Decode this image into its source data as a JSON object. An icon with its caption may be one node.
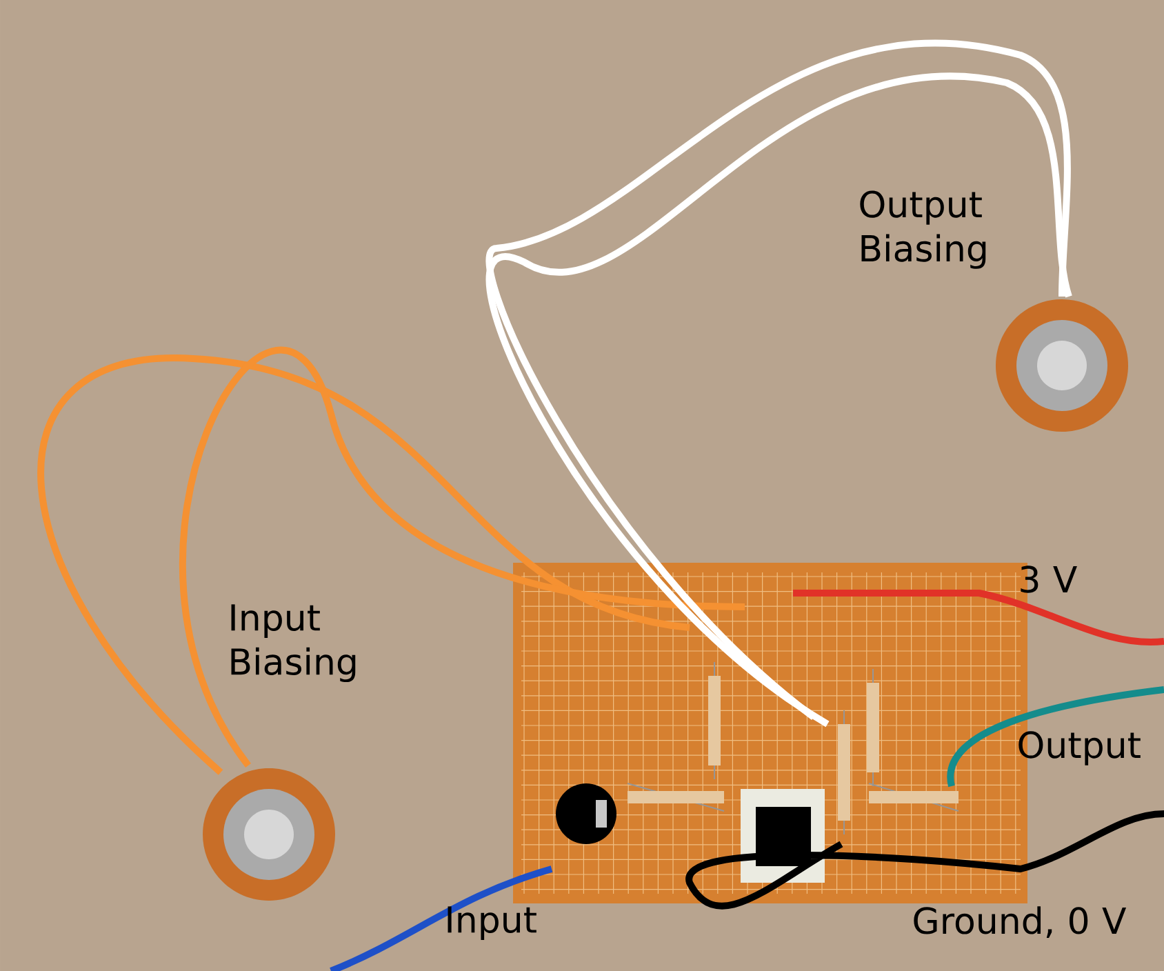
{
  "diagram": {
    "labels": [
      "Output Biasing",
      "3 V",
      "Input Biasing",
      "Output",
      "Input",
      "Ground, 0 V"
    ]
  }
}
